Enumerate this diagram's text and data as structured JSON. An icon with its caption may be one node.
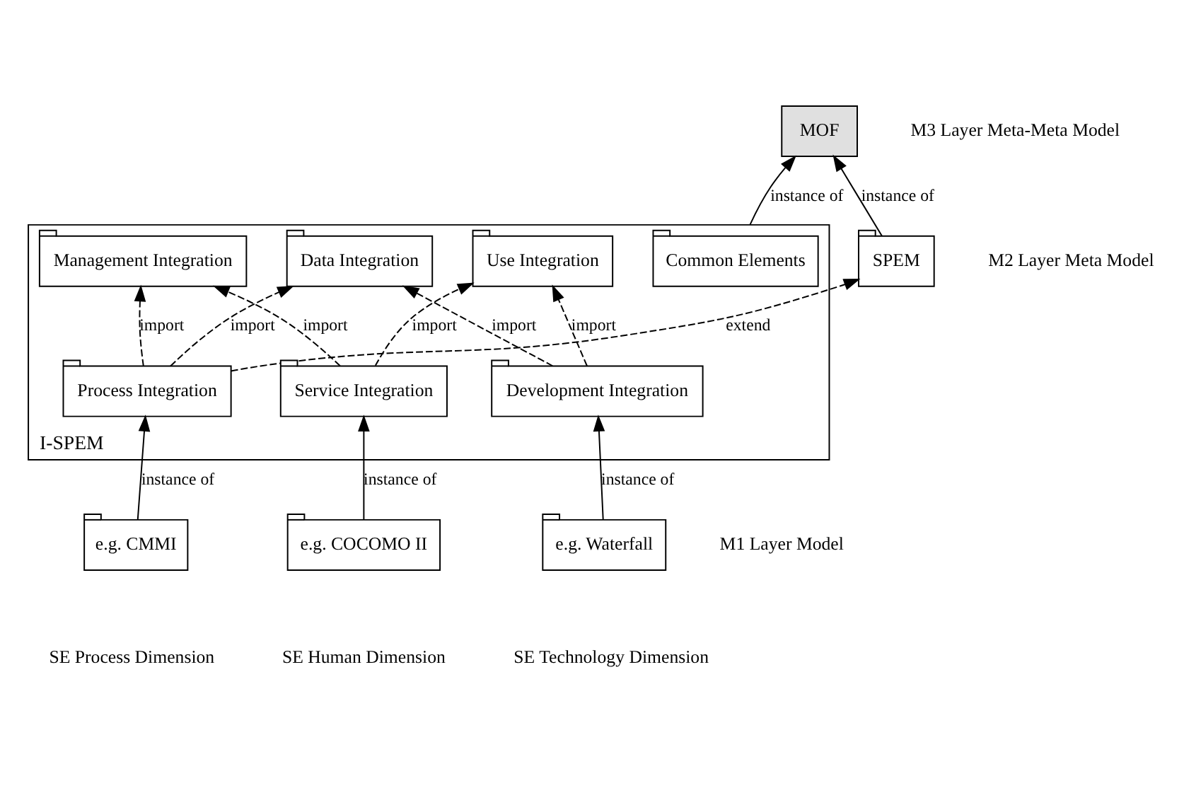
{
  "diagram": {
    "nodes": [
      {
        "text": [
          "MOF"
        ]
      },
      {
        "text": [
          "SPEM"
        ]
      },
      {
        "text": [
          "I-SPEM"
        ]
      },
      {
        "text": [
          "Common Elements"
        ],
        "in": 2
      },
      {
        "text": [
          "Management Integration"
        ],
        "in": 2
      },
      {
        "text": [
          "Data Integration"
        ],
        "in": 2
      },
      {
        "text": [
          "Use Integration"
        ],
        "in": 2
      },
      {
        "text": [
          "Process Integration"
        ],
        "in": 2
      },
      {
        "text": [
          "Service Integration"
        ],
        "in": 2
      },
      {
        "text": [
          "Development Integration"
        ],
        "in": 2
      },
      {
        "text": [
          "e.g. CMMI"
        ]
      },
      {
        "text": [
          "e.g. COCOMO II"
        ]
      },
      {
        "text": [
          "e.g. Waterfall"
        ]
      }
    ],
    "edges": [
      {
        "from": 1,
        "to": 0,
        "arrow": "to",
        "label": "instance of"
      },
      {
        "from": 2,
        "to": 0,
        "arrow": "to",
        "label": "instance of"
      },
      {
        "from": 7,
        "to": 1,
        "arrow": "to",
        "label": "extend",
        "style": "dashed"
      },
      {
        "from": 7,
        "to": 4,
        "arrow": "to",
        "label": "import",
        "style": "dashed"
      },
      {
        "from": 7,
        "to": 5,
        "arrow": "to",
        "label": "import",
        "style": "dashed"
      },
      {
        "from": 8,
        "to": 4,
        "arrow": "to",
        "label": "import",
        "style": "dashed"
      },
      {
        "from": 8,
        "to": 6,
        "arrow": "to",
        "label": "import",
        "style": "dashed"
      },
      {
        "from": 9,
        "to": 5,
        "arrow": "to",
        "label": "import",
        "style": "dashed"
      },
      {
        "from": 9,
        "to": 6,
        "arrow": "to",
        "label": "import",
        "style": "dashed"
      },
      {
        "from": 10,
        "to": 7,
        "arrow": "to",
        "label": "instance of"
      },
      {
        "from": 11,
        "to": 8,
        "arrow": "to",
        "label": "instance of"
      },
      {
        "from": 12,
        "to": 9,
        "arrow": "to",
        "label": "instance of"
      }
    ],
    "labels": [
      "M3 Layer Meta-Meta Model",
      "M2 Layer Meta Model",
      "M1 Layer Model",
      "SE Process Dimension",
      "SE Human Dimension",
      "SE Technology Dimension"
    ]
  }
}
